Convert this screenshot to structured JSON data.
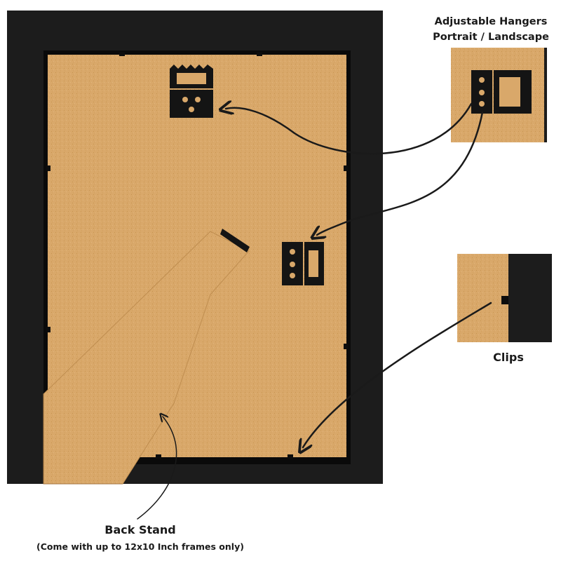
{
  "labels": {
    "hangers_line1": "Adjustable Hangers",
    "hangers_line2": "Portrait / Landscape",
    "clips": "Clips",
    "back_stand": "Back Stand",
    "back_stand_note": "(Come with up to 12x10 Inch frames only)"
  },
  "colors": {
    "frame": "#1c1c1c",
    "cork": "#d9a86a",
    "hardware": "#141414",
    "annotation": "#1a1a1a",
    "background": "#ffffff"
  },
  "icons": {
    "hanger": "sawtooth-hanger-icon",
    "clip": "retention-clip-icon",
    "arrow": "curved-arrow-icon"
  }
}
